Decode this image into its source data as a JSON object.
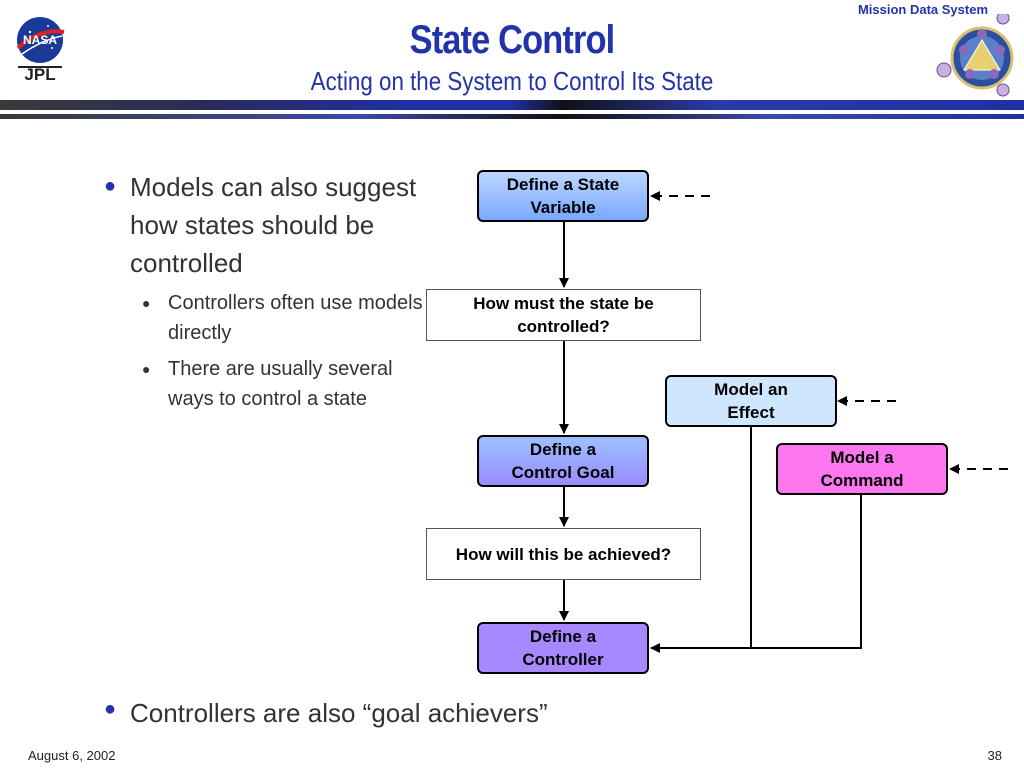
{
  "header": {
    "title": "State Control",
    "subtitle": "Acting on the System to Control Its State",
    "mds_label": "Mission Data System",
    "logo_label": "NASA JPL"
  },
  "bullets": {
    "main": "Models can also suggest how states should be controlled",
    "sub": [
      "Controllers often use models directly",
      "There are usually several ways to control a state"
    ],
    "bottom": "Controllers are also “goal achievers”"
  },
  "diagram": {
    "define_state_variable": "Define a State Variable",
    "question_control": "How must the state be controlled?",
    "model_effect": "Model an Effect",
    "define_control_goal": "Define a Control Goal",
    "model_command": "Model a Command",
    "question_achieve": "How will this be achieved?",
    "define_controller": "Define a Controller"
  },
  "footer": {
    "date": "August 6, 2002",
    "page": "38"
  },
  "colors": {
    "title_blue": "#2233aa",
    "box_blue": "#8ab4ff",
    "box_light_blue": "#cfe6ff",
    "box_purple": "#a888ff",
    "box_pink": "#ff77ee"
  }
}
